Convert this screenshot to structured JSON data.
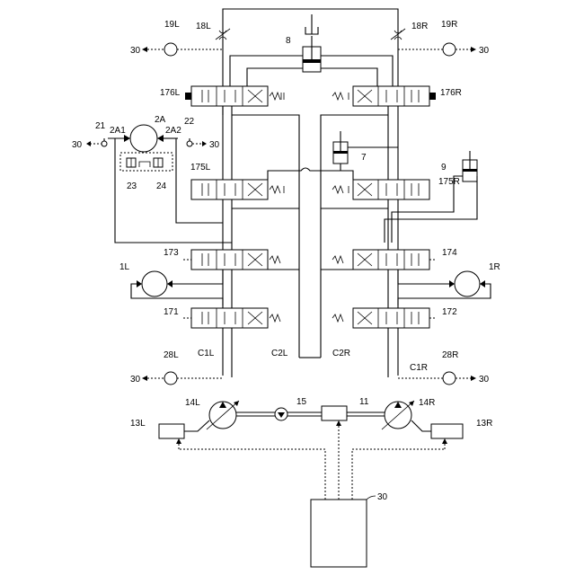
{
  "labels": {
    "tank": "30",
    "pump_left": "14L",
    "pump_right": "14R",
    "regulator_left": "13L",
    "regulator_right": "13R",
    "orifice": "15",
    "controller": "11",
    "line_c1l": "C1L",
    "line_c2l": "C2L",
    "line_c2r": "C2R",
    "line_c1r": "C1R",
    "sensor_28l": "28L",
    "sensor_28r": "28R",
    "sensor_19l": "19L",
    "sensor_19r": "19R",
    "throttle_18l": "18L",
    "throttle_18r": "18R",
    "cyl_8": "8",
    "cyl_7": "7",
    "cyl_9": "9",
    "valve_176l": "176L",
    "valve_176r": "176R",
    "valve_175l": "175L",
    "valve_175r": "175R",
    "valve_173": "173",
    "valve_174": "174",
    "valve_171": "171",
    "valve_172": "172",
    "motor_1l": "1L",
    "motor_1r": "1R",
    "motor_2a": "2A",
    "port_2a1": "2A1",
    "port_2a2": "2A2",
    "port_21": "21",
    "port_22": "22",
    "valve_23": "23",
    "valve_24": "24",
    "out_30": "30"
  }
}
